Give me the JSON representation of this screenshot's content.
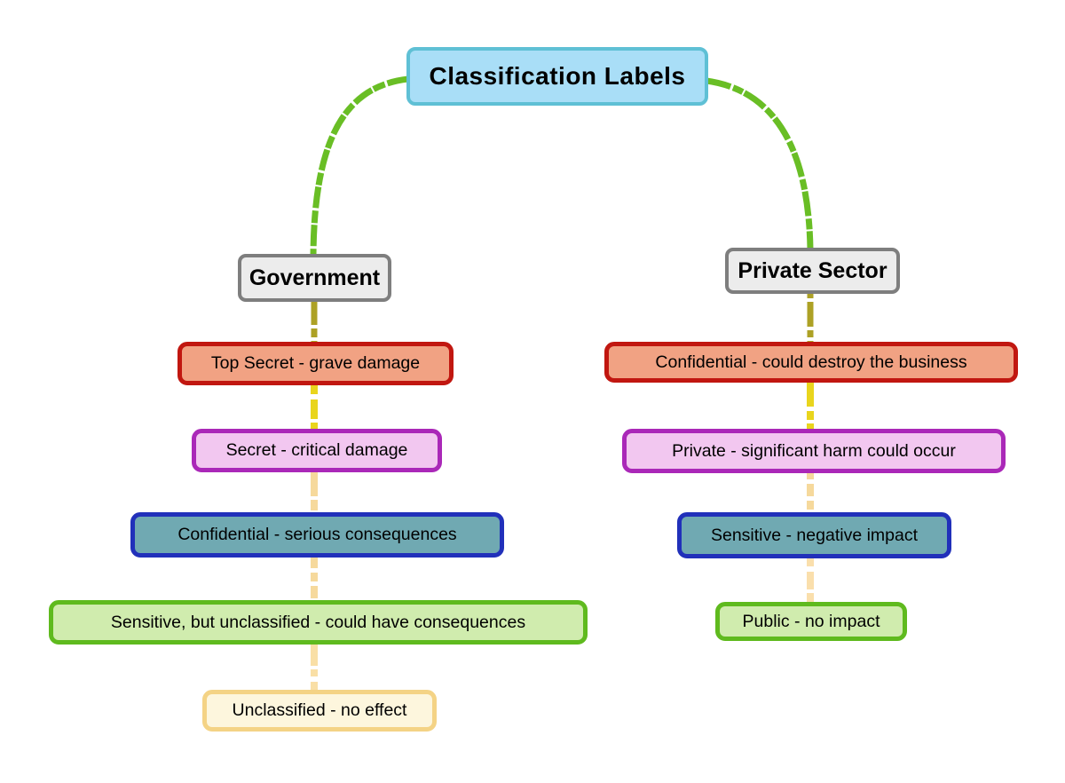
{
  "diagram": {
    "type": "mind-map",
    "root": {
      "label": "Classification Labels"
    },
    "branches": [
      {
        "label": "Government",
        "children": [
          {
            "label": "Top Secret - grave damage",
            "style": "red"
          },
          {
            "label": "Secret - critical damage",
            "style": "pink"
          },
          {
            "label": "Confidential - serious consequences",
            "style": "blue"
          },
          {
            "label": "Sensitive, but unclassified - could have consequences",
            "style": "green"
          },
          {
            "label": "Unclassified - no effect",
            "style": "cream"
          }
        ]
      },
      {
        "label": "Private Sector",
        "children": [
          {
            "label": "Confidential - could destroy the business",
            "style": "red"
          },
          {
            "label": "Private - significant harm could occur",
            "style": "pink"
          },
          {
            "label": "Sensitive - negative impact",
            "style": "blue"
          },
          {
            "label": "Public - no impact",
            "style": "green"
          }
        ]
      }
    ],
    "colors": {
      "root_fill": "#A9DEF7",
      "root_border": "#5FC0D5",
      "branch_fill": "#ECECEC",
      "branch_border": "#7E7E7E",
      "red_fill": "#F1A283",
      "red_border": "#C11710",
      "pink_fill": "#F2C7F0",
      "pink_border": "#AA28B8",
      "blue_fill": "#70A9B2",
      "blue_border": "#2130BA",
      "green_fill": "#D0ECAE",
      "green_border": "#5FBA1E",
      "cream_fill": "#FDF6DD",
      "cream_border": "#F4D385",
      "curve_connector": "#69BE25",
      "link_olive": "#ADA125",
      "link_yellow": "#E9D51D",
      "link_tan": "#F6D99C",
      "link_pale_tan": "#FADFAC"
    }
  }
}
